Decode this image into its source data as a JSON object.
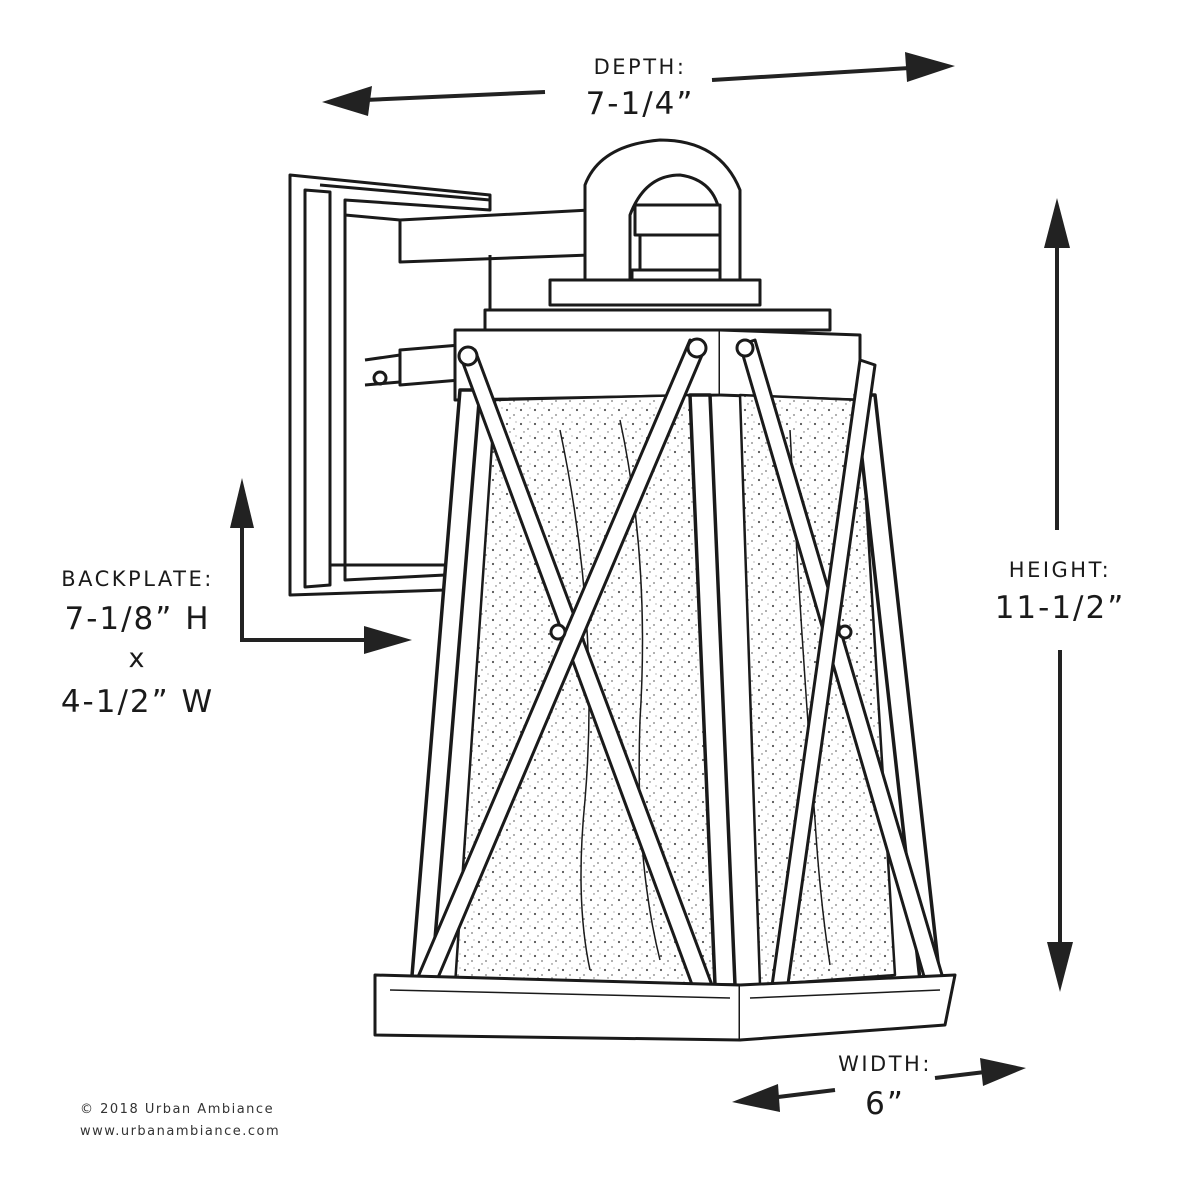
{
  "dimensions": {
    "depth": {
      "label": "DEPTH:",
      "value": "7-1/4”"
    },
    "height": {
      "label": "HEIGHT:",
      "value": "11-1/2”"
    },
    "width": {
      "label": "WIDTH:",
      "value": "6”"
    },
    "backplate": {
      "label": "BACKPLATE:",
      "height_value": "7-1/8”  H",
      "separator": "x",
      "width_value": "4-1/2”  W"
    }
  },
  "footer": {
    "copyright": "© 2018 Urban Ambiance",
    "website": "www.urbanambiance.com"
  },
  "colors": {
    "ink": "#1a1a1a",
    "glass": "#f4f4f4",
    "arrow": "#222222"
  }
}
